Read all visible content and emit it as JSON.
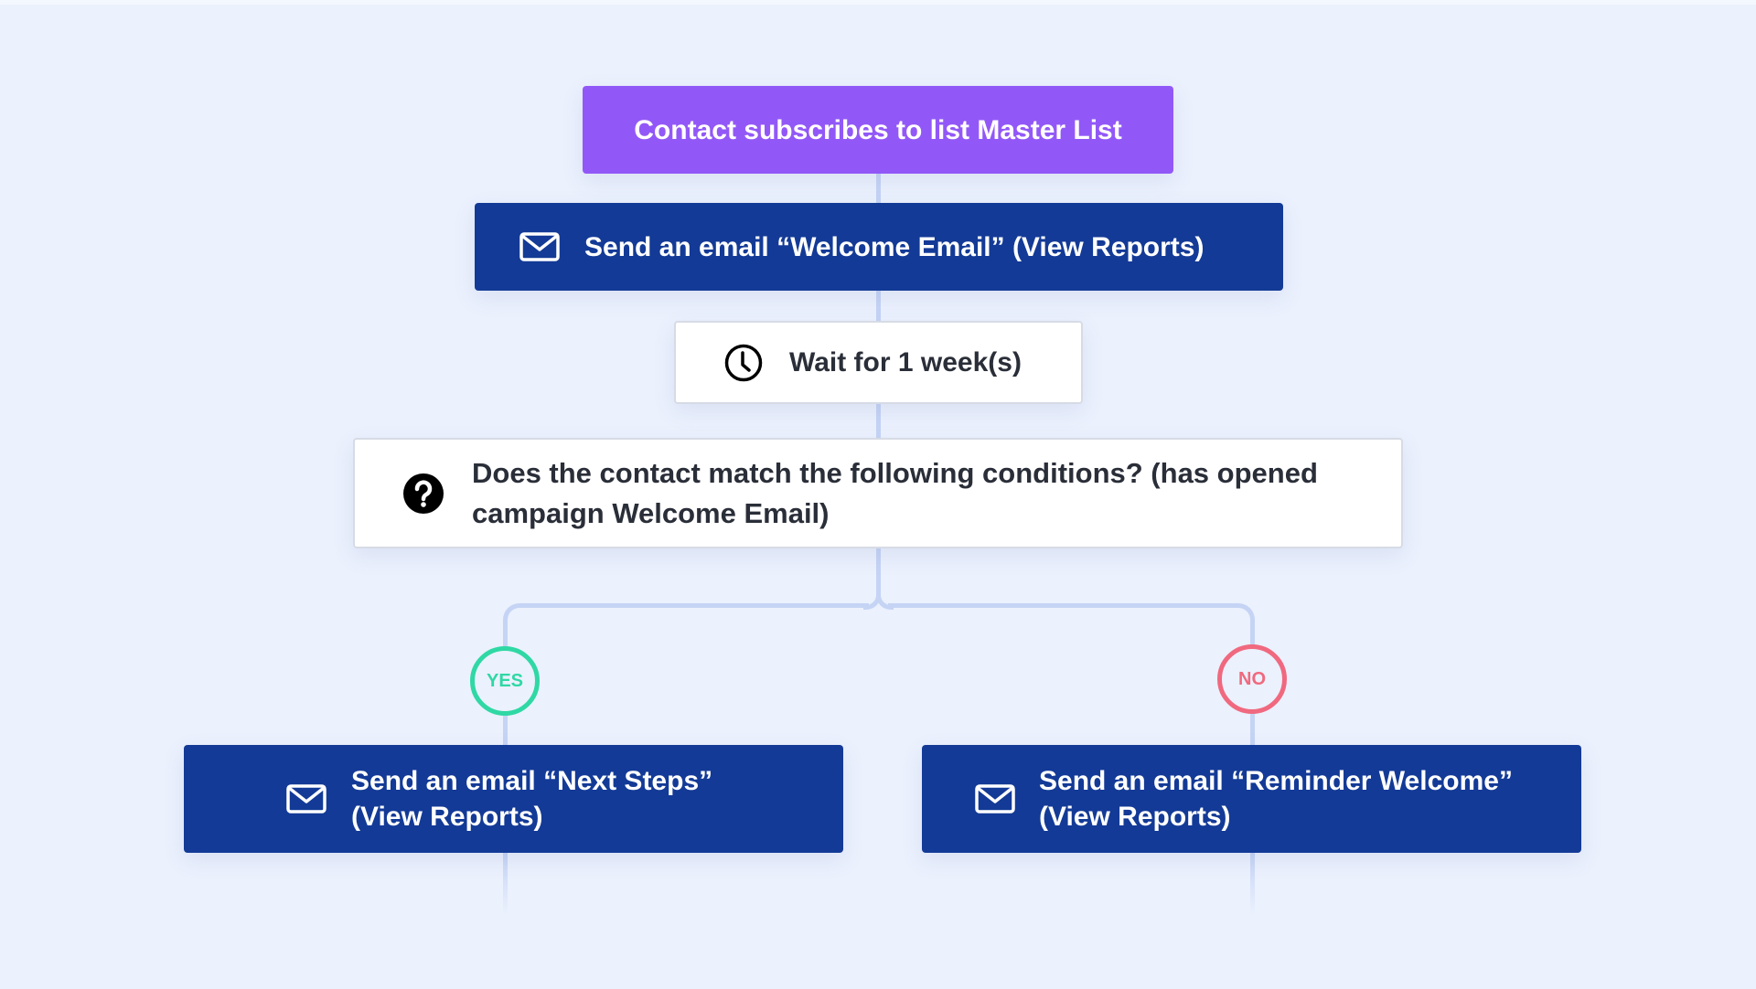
{
  "colors": {
    "background": "#ebf1fd",
    "trigger": "#9258f7",
    "email_action": "#133a96",
    "connector": "#c5d4f5",
    "yes": "#2fd8a4",
    "no": "#f0697f",
    "text_dark": "#2a2e38"
  },
  "workflow": {
    "trigger": {
      "label": "Contact subscribes to list Master List"
    },
    "send_welcome": {
      "icon": "envelope-icon",
      "label": "Send an email “Welcome Email” (View Reports)"
    },
    "wait": {
      "icon": "clock-icon",
      "label": "Wait for 1 week(s)"
    },
    "condition": {
      "icon": "question-circle-icon",
      "label": "Does the contact match the following conditions? (has opened campaign Welcome Email)"
    },
    "branches": [
      {
        "badge": "YES",
        "action": {
          "icon": "envelope-icon",
          "line1": "Send an email “Next Steps”",
          "line2": "(View Reports)"
        }
      },
      {
        "badge": "NO",
        "action": {
          "icon": "envelope-icon",
          "line1": "Send an email “Reminder Welcome”",
          "line2": "(View Reports)"
        }
      }
    ]
  }
}
